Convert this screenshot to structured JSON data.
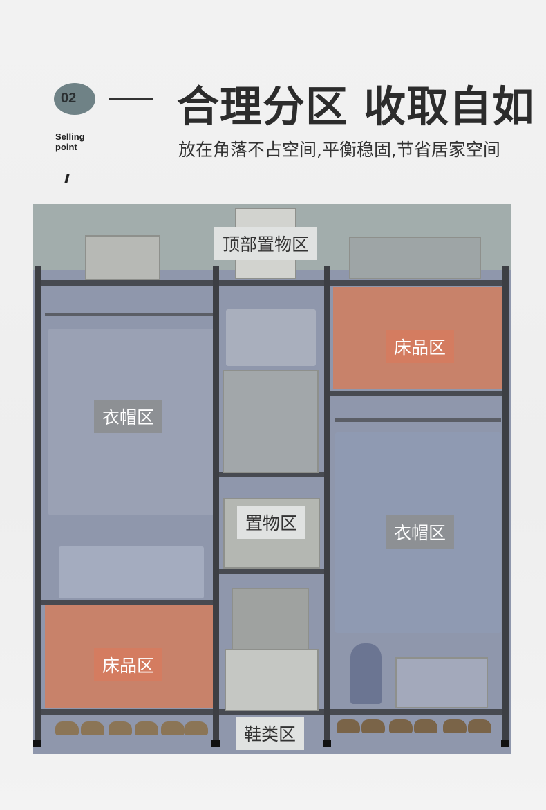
{
  "header": {
    "badge_number": "02",
    "selling_point": "Selling\npoint",
    "title": "合理分区 收取自如",
    "subtitle": "放在角落不占空间,平衡稳固,节省居家空间"
  },
  "zones": {
    "top_storage": "顶部置物区",
    "bedding_right": "床品区",
    "clothes_left": "衣帽区",
    "storage_middle": "置物区",
    "clothes_right": "衣帽区",
    "bedding_left": "床品区",
    "shoes": "鞋类区"
  },
  "colors": {
    "accent": "#6f8286",
    "bedding": "#c8826a",
    "zone_blue": "#8f97ac",
    "top_zone": "#a2adac"
  }
}
